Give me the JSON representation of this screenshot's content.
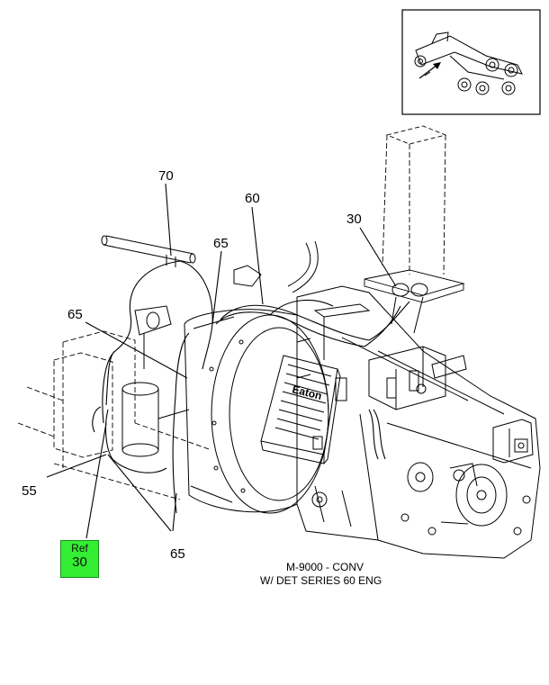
{
  "callouts": {
    "c70": "70",
    "c60": "60",
    "c30": "30",
    "c65_top": "65",
    "c65_left": "65",
    "c55": "55",
    "c65_bottom": "65"
  },
  "caption": {
    "line1": "M-9000 - CONV",
    "line2": "W/ DET SERIES 60 ENG"
  },
  "ref_button": {
    "label": "Ref",
    "number": "30",
    "color": "#33ee33"
  },
  "hardware_label": "Eaton"
}
